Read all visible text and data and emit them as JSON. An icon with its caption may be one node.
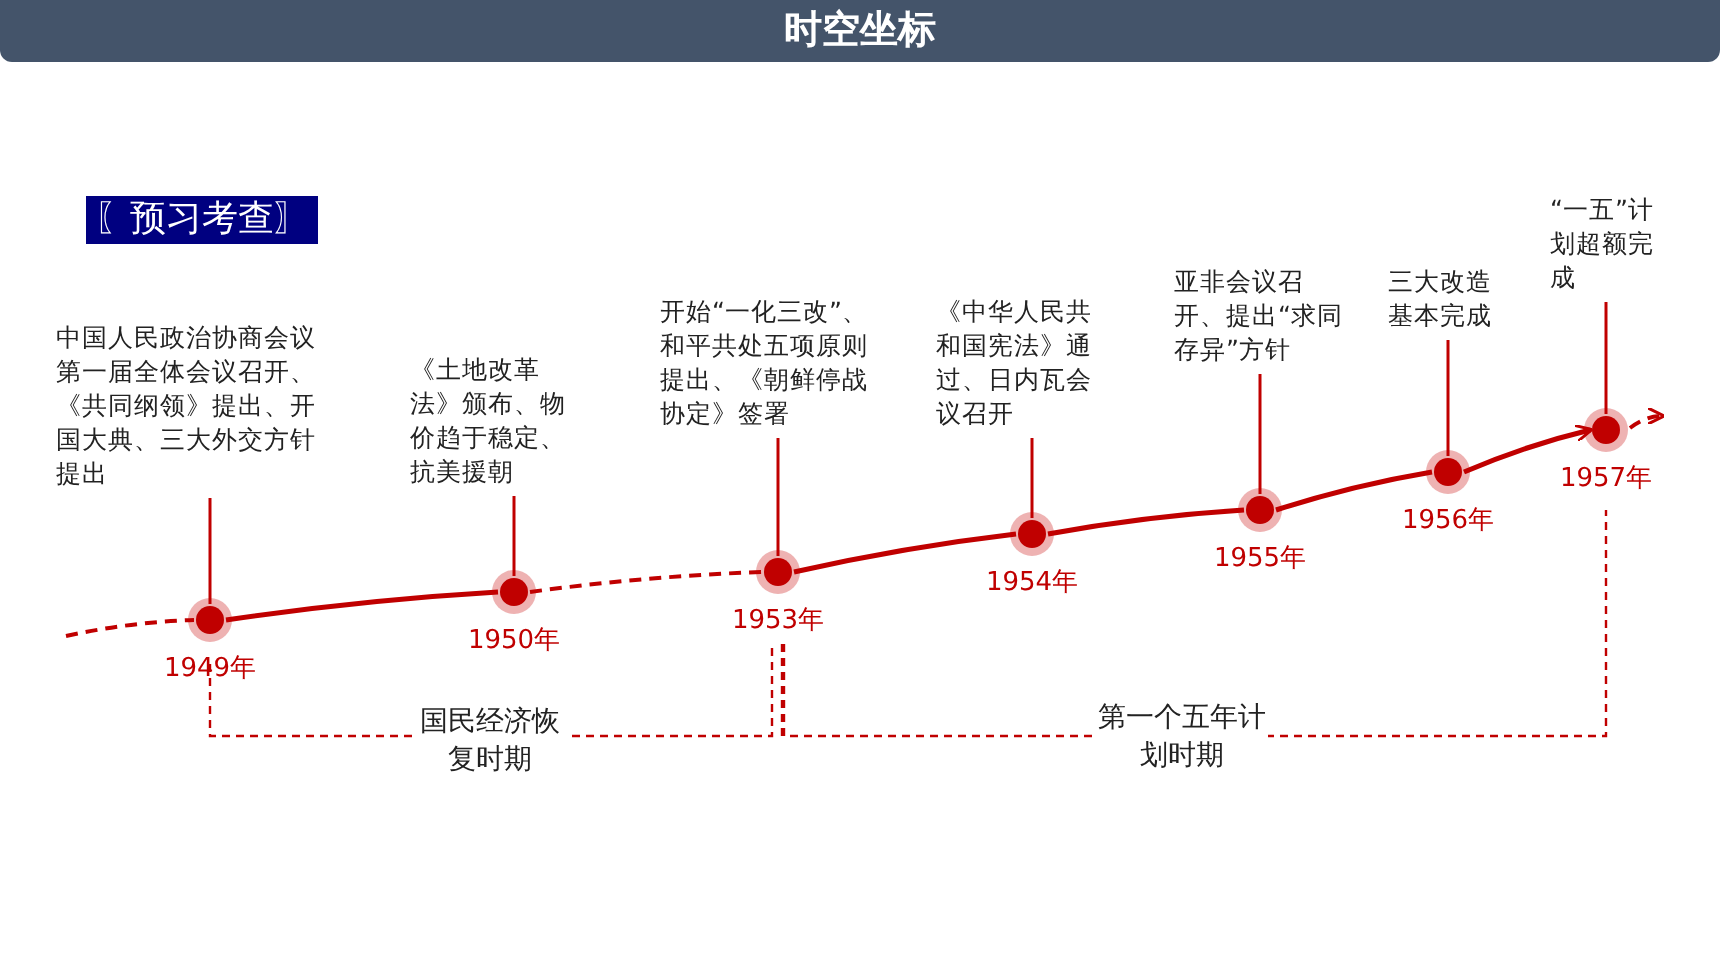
{
  "diagram": {
    "title": "时空坐标",
    "nodes": [
      {
        "text": [
          "中国人民政治协商会议第一届全体会议召开、《共同纲领》提出、开国大典、三大外交方针提出"
        ]
      },
      {
        "text": [],
        "shape": "circle",
        "beside": [
          "1949年"
        ]
      },
      {
        "text": [
          "《土地改革法》颁布、物价趋于稳定、抗美援朝"
        ]
      },
      {
        "text": [],
        "shape": "circle",
        "beside": [
          "1950年"
        ]
      },
      {
        "text": [
          "开始“一化三改”、和平共处五项原则提出、《朝鲜停战协定》签署"
        ]
      },
      {
        "text": [],
        "shape": "circle",
        "beside": [
          "1953年"
        ]
      },
      {
        "text": [
          "《中华人民共和国宪法》通过、日内瓦会议召开"
        ]
      },
      {
        "text": [],
        "shape": "circle",
        "beside": [
          "1954年"
        ]
      },
      {
        "text": [
          "亚非会议召开、提出“求同存异”方针"
        ]
      },
      {
        "text": [],
        "shape": "circle",
        "beside": [
          "1955年"
        ]
      },
      {
        "text": [
          "三大改造基本完成"
        ]
      },
      {
        "text": [],
        "shape": "circle",
        "beside": [
          "1956年"
        ]
      },
      {
        "text": [
          "“一五”计划超额完成"
        ]
      },
      {
        "text": [],
        "shape": "circle",
        "beside": [
          "1957年"
        ]
      }
    ],
    "edges": [
      {
        "from": 0,
        "to": 1,
        "arrow": "none"
      },
      {
        "from": 2,
        "to": 3,
        "arrow": "none"
      },
      {
        "from": 4,
        "to": 5,
        "arrow": "none"
      },
      {
        "from": 6,
        "to": 7,
        "arrow": "none"
      },
      {
        "from": 8,
        "to": 9,
        "arrow": "none"
      },
      {
        "from": 10,
        "to": 11,
        "arrow": "none"
      },
      {
        "from": 12,
        "to": 13,
        "arrow": "none"
      },
      {
        "from": null,
        "to": 1,
        "arrow": "none",
        "style": "dashed"
      },
      {
        "from": 1,
        "to": 3,
        "arrow": "none"
      },
      {
        "from": 3,
        "to": 5,
        "arrow": "none",
        "style": "dashed"
      },
      {
        "from": 5,
        "to": 7,
        "arrow": "none"
      },
      {
        "from": 7,
        "to": 9,
        "arrow": "none"
      },
      {
        "from": 9,
        "to": 11,
        "arrow": "none"
      },
      {
        "from": 11,
        "to": 13,
        "arrow": "to"
      },
      {
        "from": 13,
        "to": null,
        "arrow": "to",
        "style": "dashed"
      }
    ],
    "labels": [
      "〖预习考查〗",
      "国民经济恢复时期",
      "第一个五年计划时期"
    ]
  }
}
